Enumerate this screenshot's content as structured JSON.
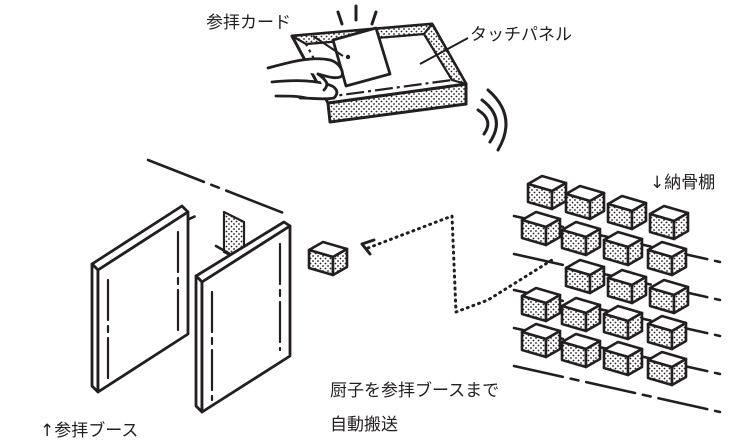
{
  "labels": {
    "card": "参拝カード",
    "touch_panel": "タッチパネル",
    "storage_shelf": "↓納骨棚",
    "transport_line1": "厨子を参拝ブースまで",
    "transport_line2": "自動搬送",
    "booth": "↑参拝ブース"
  },
  "colors": {
    "ink": "#231f20",
    "paper": "#ffffff"
  },
  "icons": [
    "hand-icon",
    "card-icon",
    "touch-panel-icon",
    "wireless-signal-icon",
    "booth-icon",
    "urn-box-icon",
    "storage-shelf-icon"
  ]
}
